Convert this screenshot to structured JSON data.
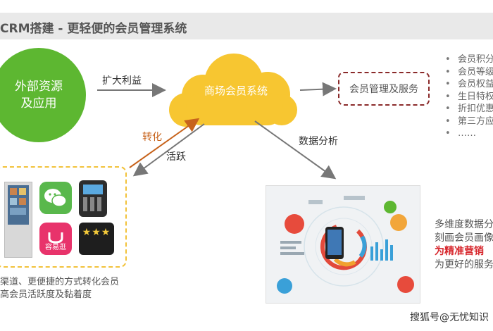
{
  "header": {
    "title": "CRM搭建 - 更轻便的会员管理系统"
  },
  "source": {
    "line1": "外部资源",
    "line2": "及应用"
  },
  "cloud": {
    "label": "商场会员系统"
  },
  "service": {
    "label": "会员管理及服务"
  },
  "features": {
    "items": [
      "会员积分",
      "会员等级",
      "会员权益",
      "生日特权",
      "折扣优惠",
      "第三方应",
      "……"
    ]
  },
  "arrows": {
    "expand": "扩大利益",
    "convert": "转化",
    "active": "活跃",
    "analysis": "数据分析"
  },
  "channels": {
    "yixun_label": "容易逛",
    "line1": "渠道、更便捷的方式转化会员",
    "line2": "高会员活跃度及黏着度"
  },
  "insight": {
    "line1": "多维度数据分",
    "line2": "刻画会员画像",
    "line3": "为精准营销",
    "line4": "为更好的服务"
  },
  "watermark": {
    "text": "搜狐号@无忧知识"
  },
  "colors": {
    "green": "#5db731",
    "cloud": "#f7c631",
    "dash_red": "#8a2a2a",
    "dash_yellow": "#f2c23a",
    "accent_red": "#d7262c",
    "orange_arrow": "#c7631c"
  }
}
